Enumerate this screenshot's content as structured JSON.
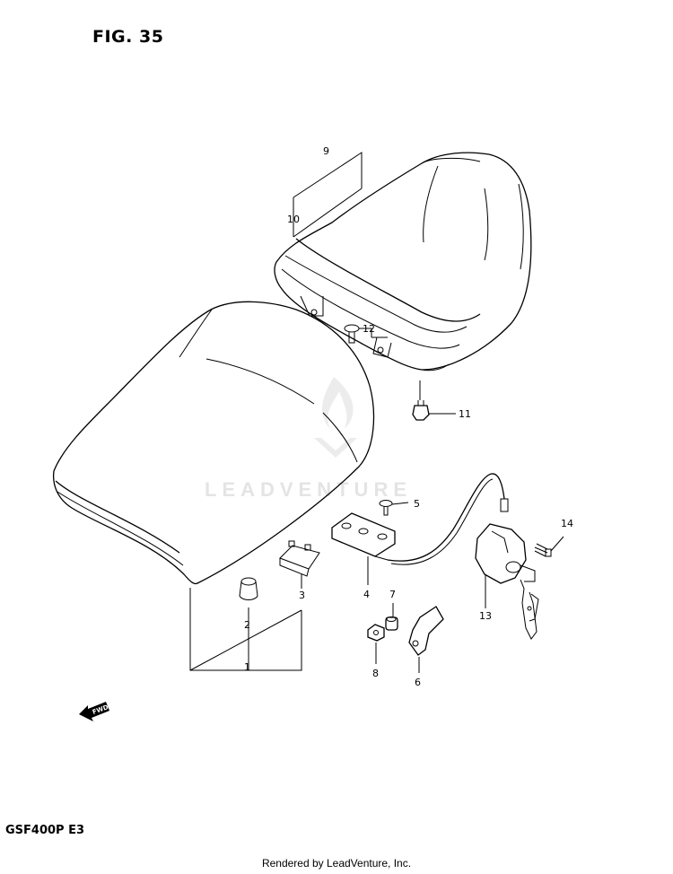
{
  "figure": {
    "title": "FIG. 35",
    "model_code": "GSF400P  E3"
  },
  "footer": {
    "text": "Rendered by LeadVenture, Inc."
  },
  "watermark": {
    "text": "LEADVENTURE"
  },
  "fwd_arrow": {
    "label": "FWD"
  },
  "parts": {
    "p1": "1",
    "p2": "2",
    "p3": "3",
    "p4": "4",
    "p5": "5",
    "p6": "6",
    "p7": "7",
    "p8": "8",
    "p9": "9",
    "p10": "10",
    "p11": "11",
    "p12": "12",
    "p13": "13",
    "p14": "14"
  }
}
